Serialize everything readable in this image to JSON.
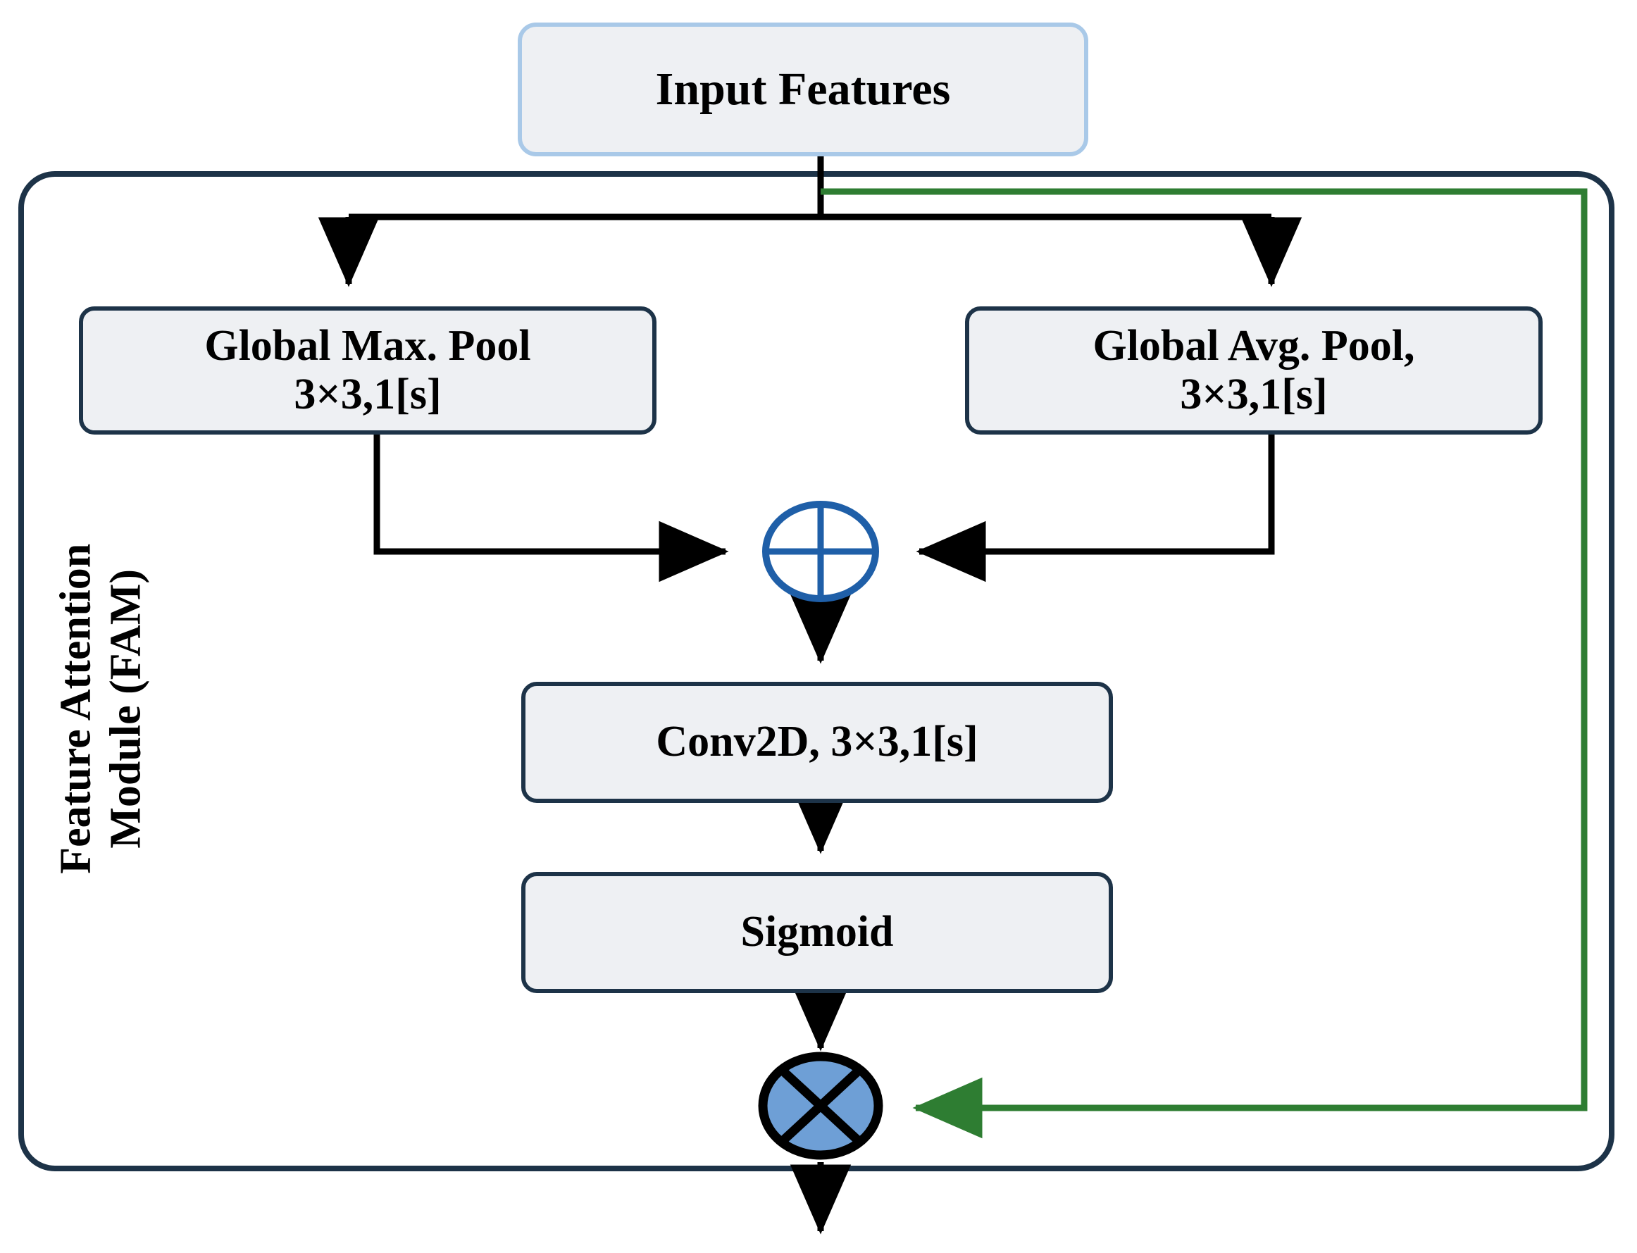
{
  "diagram": {
    "title": "Feature Attention Module (FAM)",
    "container_label": "Feature Attention\nModule (FAM)",
    "colors": {
      "box_fill": "#eef0f3",
      "box_border_dark": "#1d3348",
      "box_border_blue": "#a9c9e8",
      "arrow_black": "#000000",
      "skip_green": "#2e7d32",
      "add_circle_stroke": "#1f5fa8",
      "add_circle_fill": "#ffffff",
      "mul_circle_fill": "#6e9fd6",
      "mul_circle_stroke": "#000000"
    }
  },
  "nodes": {
    "input_features": {
      "label": "Input Features"
    },
    "global_max_pool": {
      "line1": "Global Max. Pool",
      "line2": "3×3,1[s]",
      "label": "Global Max. Pool 3×3,1[s]"
    },
    "global_avg_pool": {
      "line1": "Global Avg. Pool,",
      "line2": "3×3,1[s]",
      "label": "Global Avg. Pool, 3×3,1[s]"
    },
    "conv2d": {
      "label": "Conv2D, 3×3,1[s]"
    },
    "sigmoid": {
      "label": "Sigmoid"
    },
    "add_op": {
      "symbol": "⊕",
      "name": "element-wise addition"
    },
    "multiply_op": {
      "symbol": "⊗",
      "name": "element-wise multiplication"
    }
  },
  "edges": [
    {
      "from": "input_features",
      "to": "global_max_pool",
      "style": "black"
    },
    {
      "from": "input_features",
      "to": "global_avg_pool",
      "style": "black"
    },
    {
      "from": "global_max_pool",
      "to": "add_op",
      "style": "black"
    },
    {
      "from": "global_avg_pool",
      "to": "add_op",
      "style": "black"
    },
    {
      "from": "add_op",
      "to": "conv2d",
      "style": "black"
    },
    {
      "from": "conv2d",
      "to": "sigmoid",
      "style": "black"
    },
    {
      "from": "sigmoid",
      "to": "multiply_op",
      "style": "black"
    },
    {
      "from": "input_features",
      "to": "multiply_op",
      "style": "green-skip"
    },
    {
      "from": "multiply_op",
      "to": "output",
      "style": "black"
    }
  ]
}
